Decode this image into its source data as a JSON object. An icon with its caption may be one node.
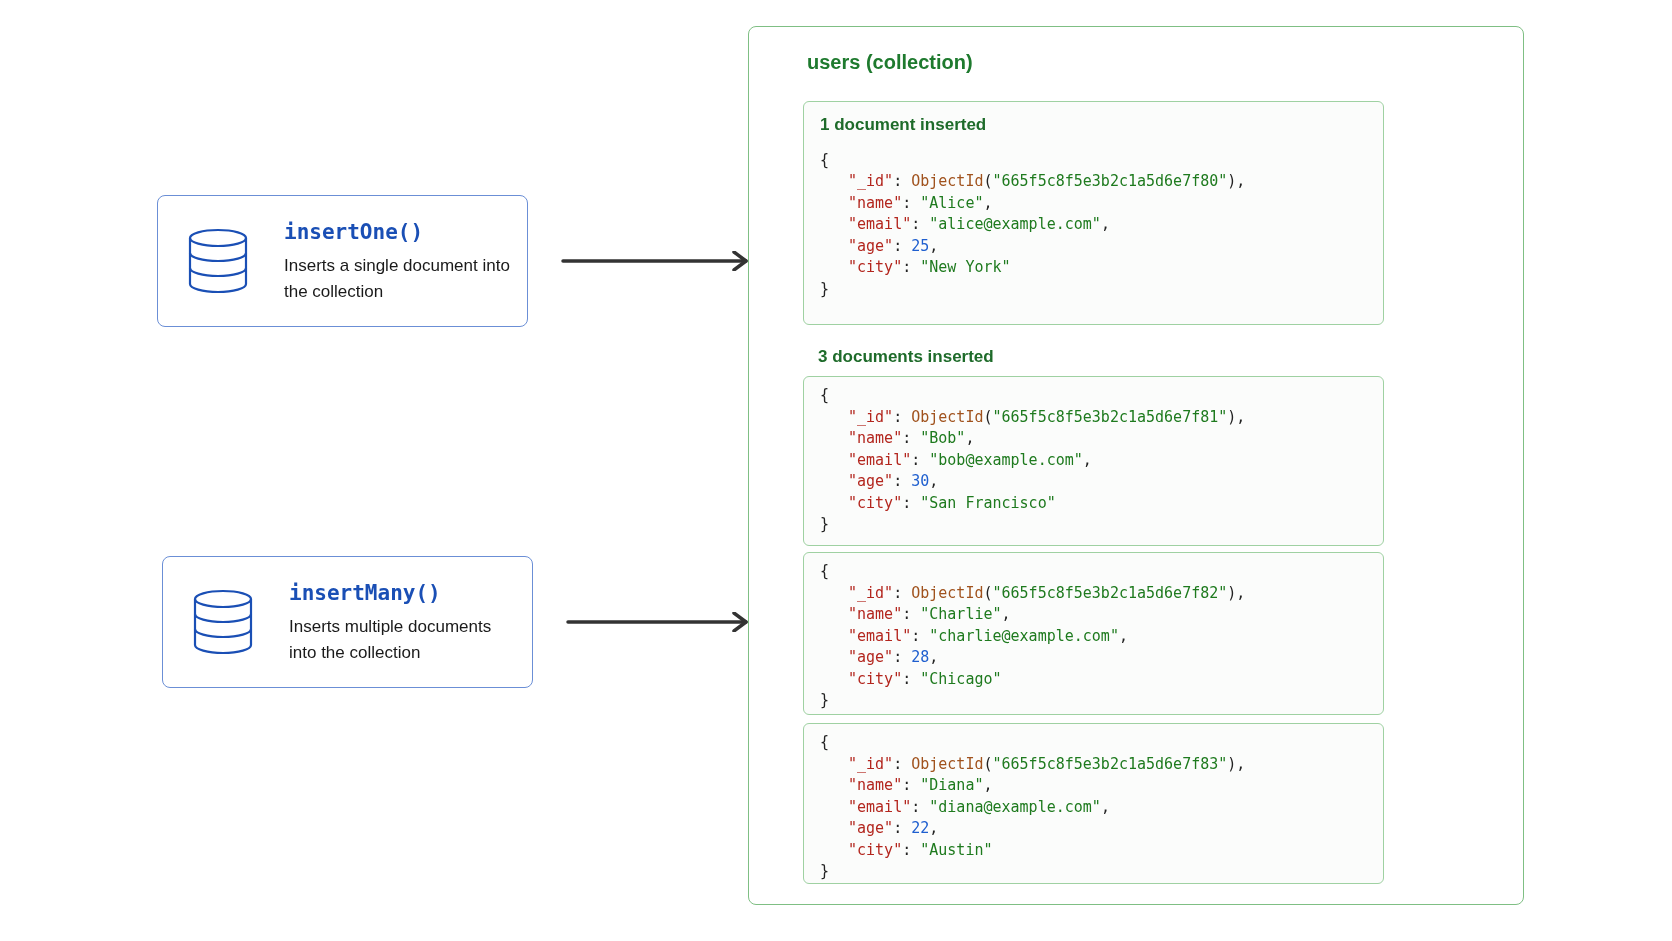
{
  "diagram": {
    "nodes": [
      {
        "text": [
          "insertOne()",
          "Inserts a single document into the collection"
        ]
      },
      {
        "text": [
          "insertMany()",
          "Inserts multiple documents into the collection"
        ]
      },
      {
        "text": [
          "users (collection)"
        ]
      },
      {
        "text": [
          "1 document inserted",
          "{",
          "\"_id\": ObjectId(\"665f5c8f5e3b2c1a5d6e7f80\"),",
          "\"name\": \"Alice\",",
          "\"email\": \"alice@example.com\",",
          "\"age\": 25,",
          "\"city\": \"New York\"",
          "}"
        ],
        "in": 2
      },
      {
        "text": [
          "{",
          "\"_id\": ObjectId(\"665f5c8f5e3b2c1a5d6e7f81\"),",
          "\"name\": \"Bob\",",
          "\"email\": \"bob@example.com\",",
          "\"age\": 30,",
          "\"city\": \"San Francisco\"",
          "}"
        ],
        "in": 2
      },
      {
        "text": [
          "{",
          "\"_id\": ObjectId(\"665f5c8f5e3b2c1a5d6e7f82\"),",
          "\"name\": \"Charlie\",",
          "\"email\": \"charlie@example.com\",",
          "\"age\": 28,",
          "\"city\": \"Chicago\"",
          "}"
        ],
        "in": 2
      },
      {
        "text": [
          "{",
          "\"_id\": ObjectId(\"665f5c8f5e3b2c1a5d6e7f83\"),",
          "\"name\": \"Diana\",",
          "\"email\": \"diana@example.com\",",
          "\"age\": 22,",
          "\"city\": \"Austin\"",
          "}"
        ],
        "in": 2
      }
    ],
    "edges": [
      {
        "from": 0,
        "to": 2,
        "arrow": "to"
      },
      {
        "from": 1,
        "to": 2,
        "arrow": "to"
      }
    ],
    "labels": [
      "3 documents inserted"
    ]
  }
}
